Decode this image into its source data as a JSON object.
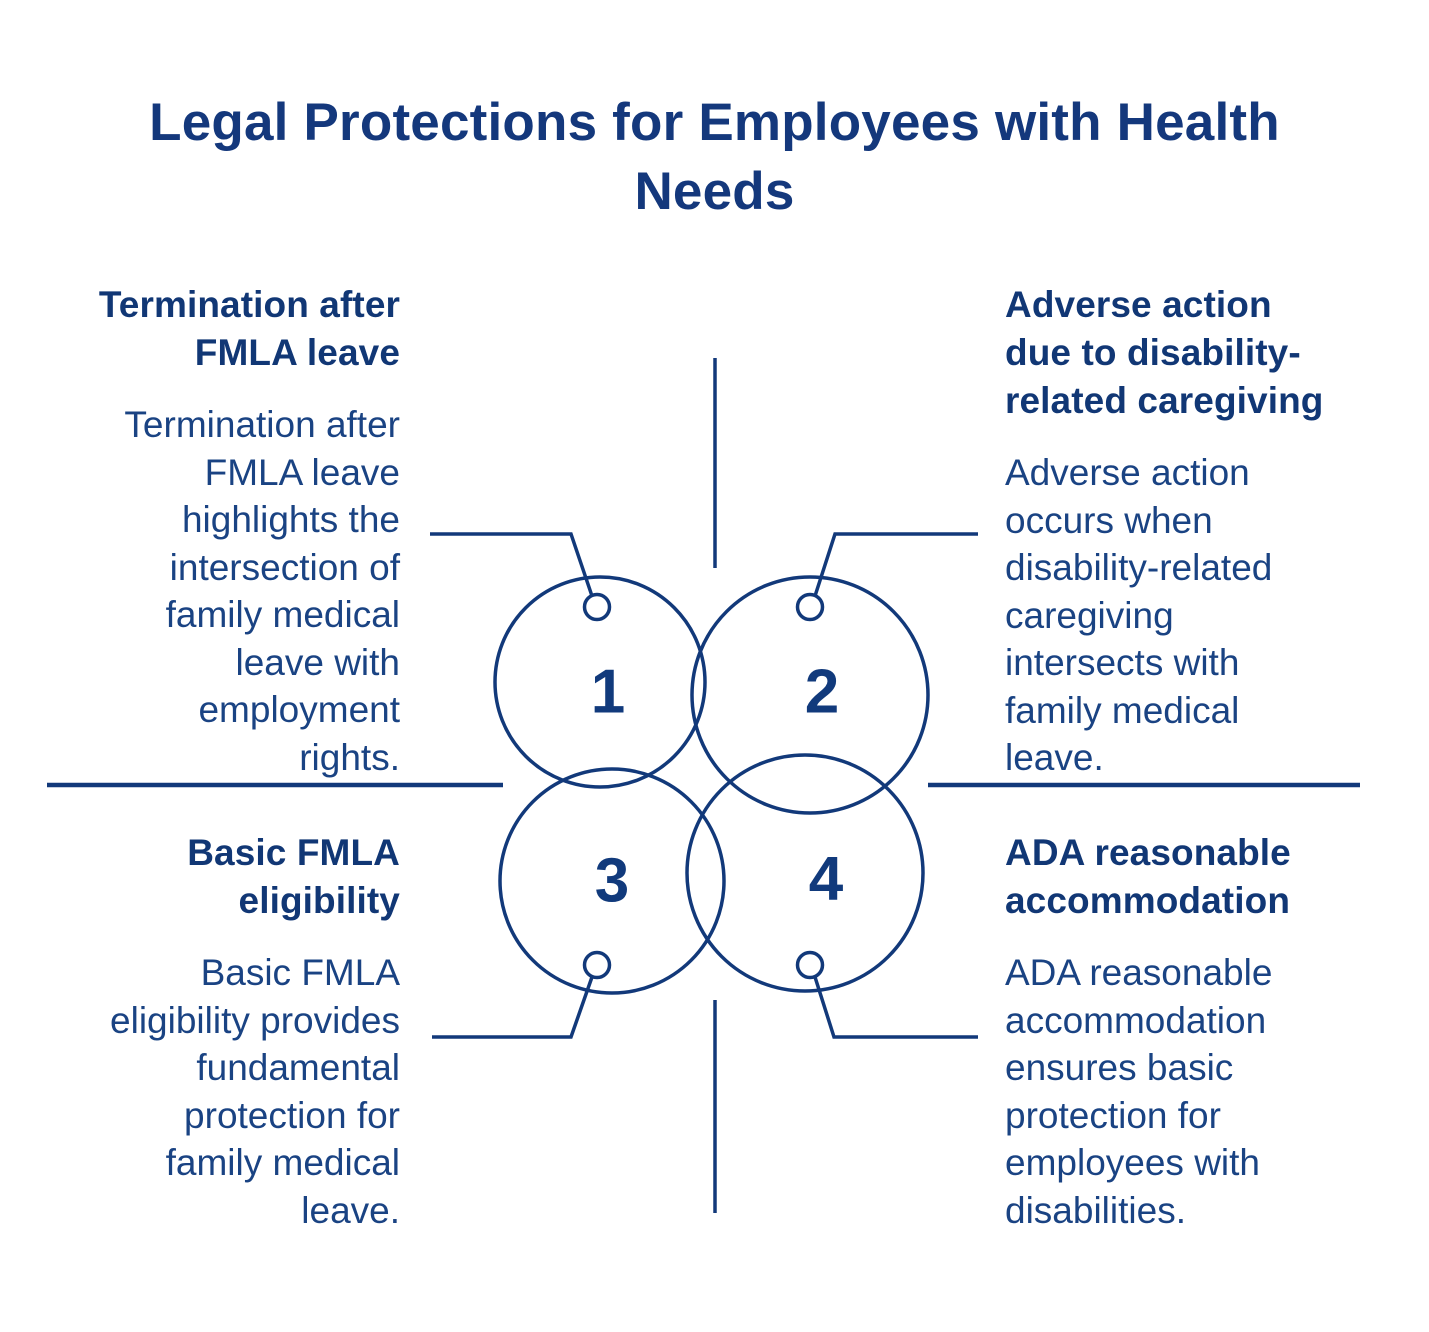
{
  "title": "Legal Protections for Employees with Health\nNeeds",
  "colors": {
    "navy_stroke": "#12397a",
    "heading_text": "#113775",
    "body_text": "#1a4383",
    "title_text": "#14387c",
    "background": "#ffffff"
  },
  "items": [
    {
      "number": "1",
      "position": "top-left",
      "heading": "Termination after\nFMLA leave",
      "body": "Termination after\nFMLA leave\nhighlights the\nintersection of\nfamily medical\nleave with\nemployment\nrights."
    },
    {
      "number": "2",
      "position": "top-right",
      "heading": "Adverse action\ndue to disability-\nrelated caregiving",
      "body": "Adverse action\noccurs when\ndisability-related\ncaregiving\nintersects with\nfamily medical\nleave."
    },
    {
      "number": "3",
      "position": "bottom-left",
      "heading": "Basic FMLA\neligibility",
      "body": "Basic FMLA\neligibility provides\nfundamental\nprotection for\nfamily medical\nleave."
    },
    {
      "number": "4",
      "position": "bottom-right",
      "heading": "ADA reasonable\naccommodation",
      "body": "ADA reasonable\naccommodation\nensures basic\nprotection for\nemployees with\ndisabilities."
    }
  ]
}
